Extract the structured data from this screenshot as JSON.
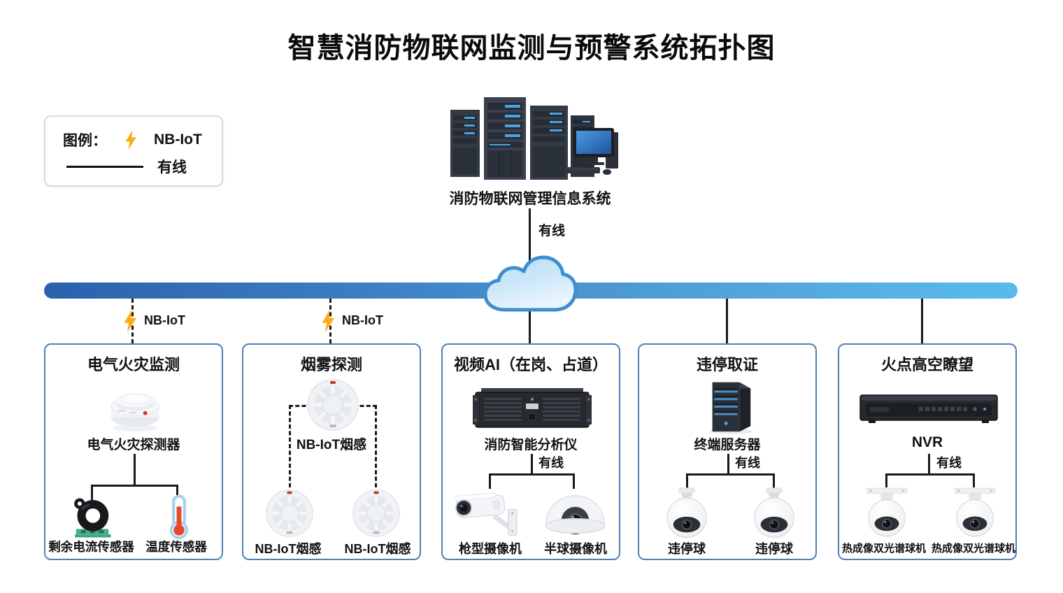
{
  "title": "智慧消防物联网监测与预警系统拓扑图",
  "legend": {
    "heading": "图例：",
    "nbiot": "NB-IoT",
    "wired": "有线"
  },
  "management": {
    "label": "消防物联网管理信息系统",
    "uplink": "有线"
  },
  "uplinks": {
    "left": "NB-IoT",
    "mid": "NB-IoT"
  },
  "colors": {
    "backbone_left": "#2c60ae",
    "backbone_right": "#5ab9ea",
    "box_border": "#4e80b7",
    "lightning": "#fbad18",
    "cloud_stroke": "#3e8ed0",
    "line": "#1a1a1a"
  },
  "groups": [
    {
      "title": "电气火灾监测",
      "device": "电气火灾探测器",
      "children": [
        "剩余电流传感器",
        "温度传感器"
      ]
    },
    {
      "title": "烟雾探测",
      "device": "NB-IoT烟感",
      "children": [
        "NB-IoT烟感",
        "NB-IoT烟感"
      ]
    },
    {
      "title": "视频AI（在岗、占道）",
      "device": "消防智能分析仪",
      "link": "有线",
      "children": [
        "枪型摄像机",
        "半球摄像机"
      ]
    },
    {
      "title": "违停取证",
      "device": "终端服务器",
      "link": "有线",
      "children": [
        "违停球",
        "违停球"
      ]
    },
    {
      "title": "火点高空瞭望",
      "device": "NVR",
      "link": "有线",
      "children": [
        "热成像双光谱球机",
        "热成像双光谱球机"
      ]
    }
  ]
}
